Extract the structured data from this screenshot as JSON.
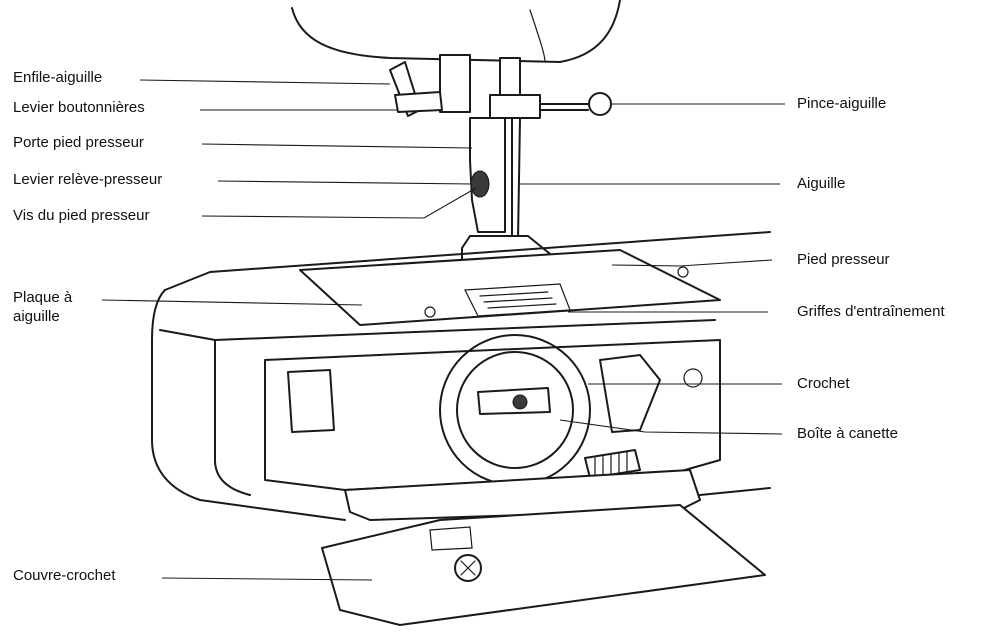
{
  "labels": {
    "enfile_aiguille": "Enfile-aiguille",
    "levier_boutonnieres": "Levier boutonnières",
    "porte_pied_presseur": "Porte pied presseur",
    "levier_releve_presseur": "Levier relève-presseur",
    "vis_pied_presseur": "Vis du pied presseur",
    "plaque_aiguille": "Plaque à\naiguille",
    "couvre_crochet": "Couvre-crochet",
    "pince_aiguille": "Pince-aiguille",
    "aiguille": "Aiguille",
    "pied_presseur": "Pied presseur",
    "griffes_entrainement": "Griffes d'entraînement",
    "crochet": "Crochet",
    "boite_canette": "Boîte à canette"
  }
}
